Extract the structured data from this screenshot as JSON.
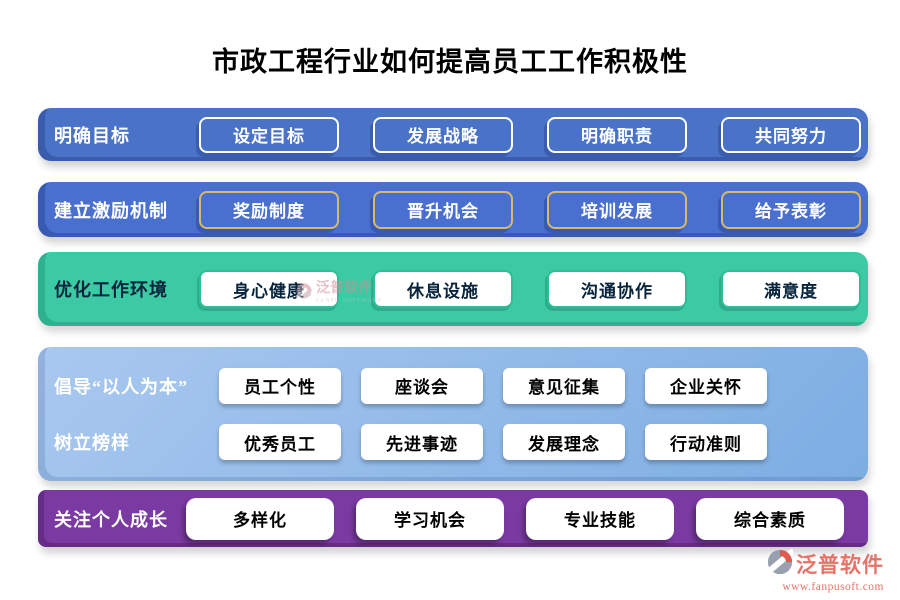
{
  "title": "市政工程行业如何提高员工工作积极性",
  "sections": [
    {
      "label": "明确目标",
      "items": [
        "设定目标",
        "发展战略",
        "明确职责",
        "共同努力"
      ]
    },
    {
      "label": "建立激励机制",
      "items": [
        "奖励制度",
        "晋升机会",
        "培训发展",
        "给予表彰"
      ]
    },
    {
      "label": "优化工作环境",
      "items": [
        "身心健康",
        "休息设施",
        "沟通协作",
        "满意度"
      ]
    },
    {
      "label": "倡导“以人为本”",
      "items": [
        "员工个性",
        "座谈会",
        "意见征集",
        "企业关怀"
      ]
    },
    {
      "label": "树立榜样",
      "items": [
        "优秀员工",
        "先进事迹",
        "发展理念",
        "行动准则"
      ]
    },
    {
      "label": "关注个人成长",
      "items": [
        "多样化",
        "学习机会",
        "专业技能",
        "综合素质"
      ]
    }
  ],
  "watermark": {
    "brand": "泛普软件",
    "brand_en": "FANPU SOFTWARE"
  },
  "footer": {
    "brand": "泛普软件",
    "url": "www.fanpusoft.com"
  },
  "colors": {
    "band1": "#4a73c8",
    "band2": "#4a70cf",
    "band3": "#3bcaa4",
    "band4_start": "#a9c8ef",
    "band4_end": "#7cade2",
    "band5": "#7b3aa2",
    "gold_border": "#d8b969",
    "teal_border": "#2ebd97",
    "brand_red": "#e57368"
  }
}
